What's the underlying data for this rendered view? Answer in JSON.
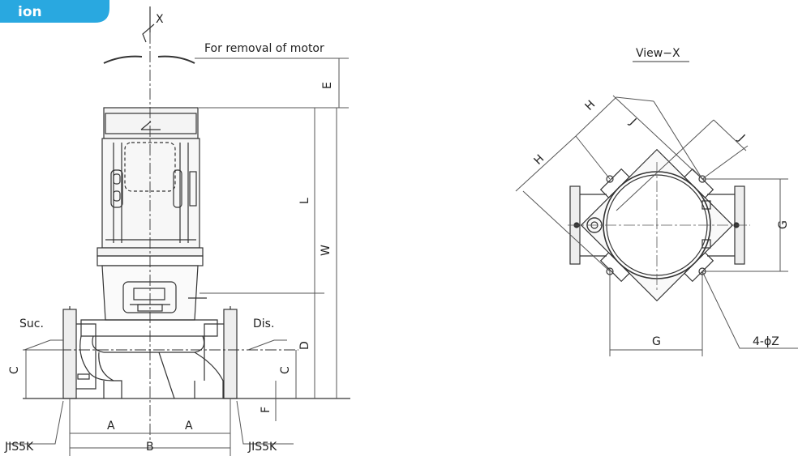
{
  "section_tab": {
    "text": "ion",
    "color": "#29a8e0"
  },
  "labels": {
    "view_arrow": "X",
    "removal_note": "For removal of motor",
    "view_title": "View−X",
    "suction": "Suc.",
    "discharge": "Dis.",
    "flange_left": "JIS5K",
    "flange_right": "JIS5K",
    "holes": "4-ϕZ"
  },
  "dimensions": {
    "E": "E",
    "L": "L",
    "W": "W",
    "D": "D",
    "C_left": "C",
    "C_right": "C",
    "F": "F",
    "A_left": "A",
    "A_right": "A",
    "B": "B",
    "G_vertical": "G",
    "G_horizontal": "G",
    "H_upper": "H",
    "H_lower": "H",
    "J_upper": "J",
    "J_lower": "J"
  },
  "colors": {
    "line": "#333333",
    "dim_line": "#555555",
    "fill": "#f4f4f4"
  }
}
